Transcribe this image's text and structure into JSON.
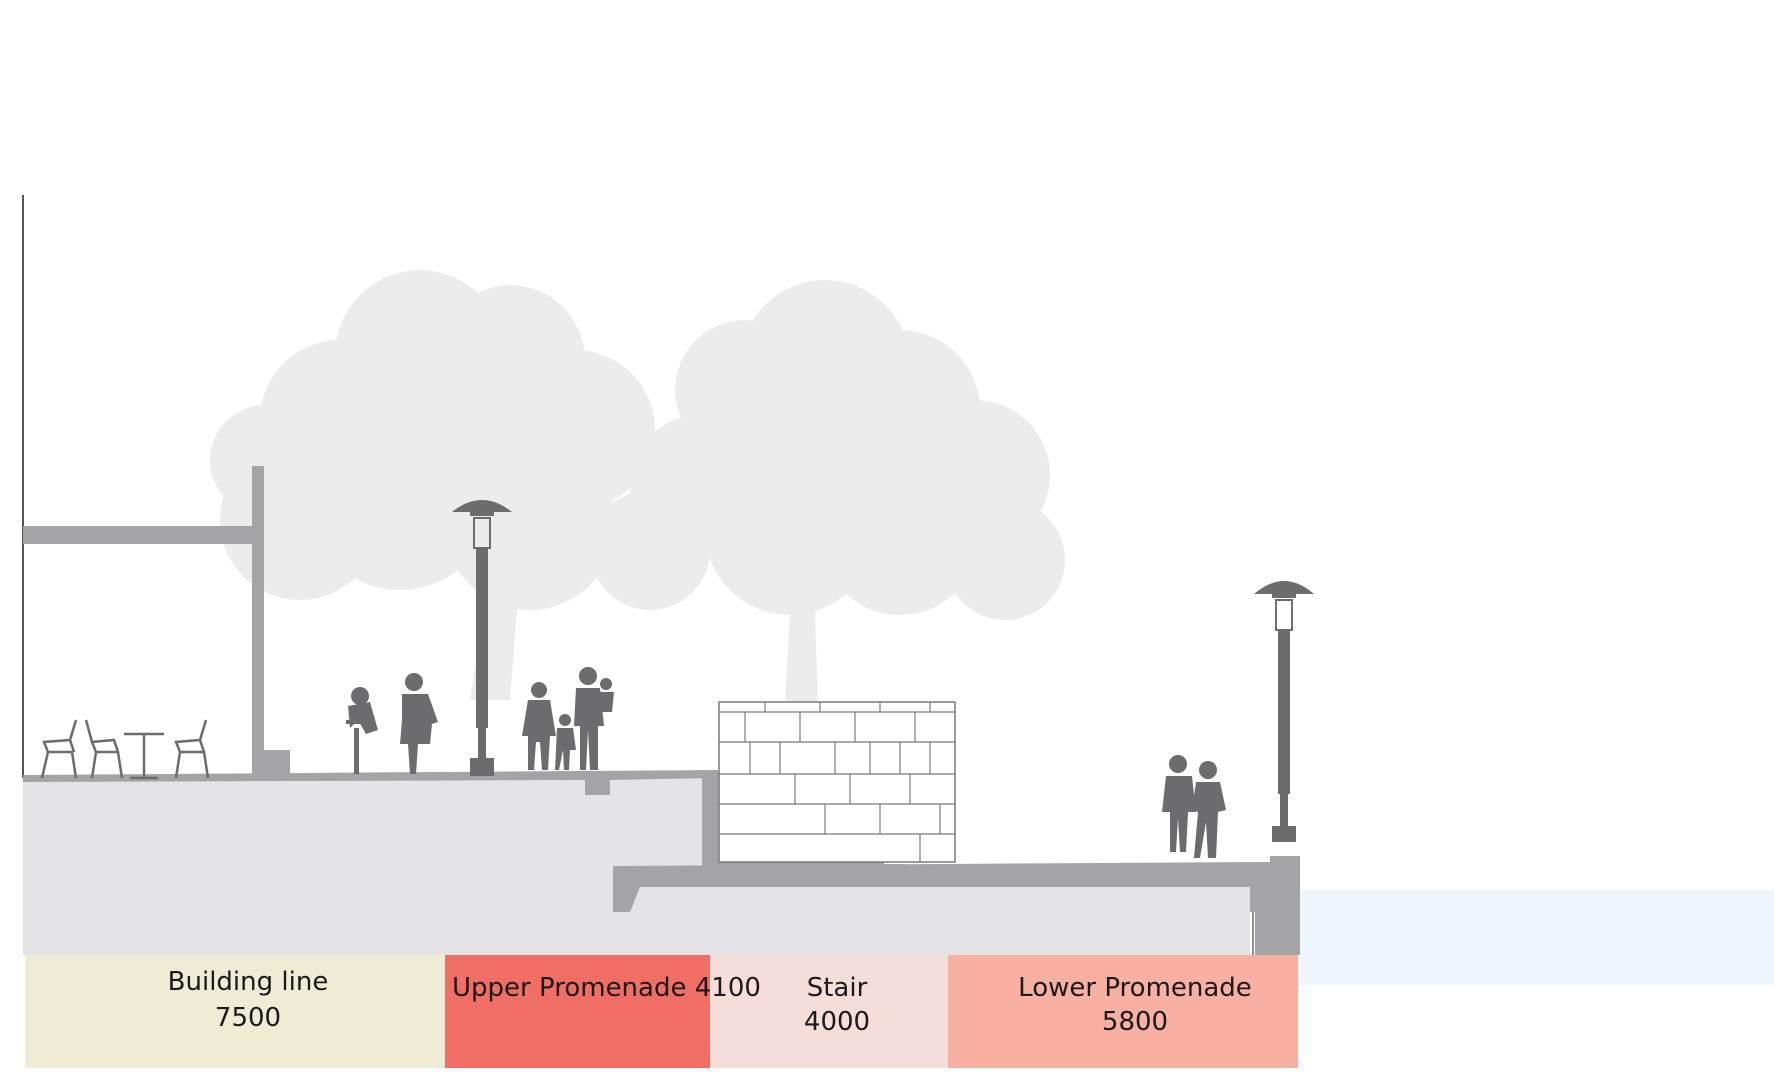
{
  "diagram": {
    "zones": [
      {
        "id": "building-line",
        "label": "Building line",
        "value": "7500",
        "color": "#efecd6"
      },
      {
        "id": "upper-promenade",
        "label": "Upper Promenade 4100",
        "value": "",
        "color": "#f06e63"
      },
      {
        "id": "stair",
        "label": "Stair",
        "value": "4000",
        "color": "#f5ddd9"
      },
      {
        "id": "lower-promenade",
        "label": "Lower Promenade",
        "value": "5800",
        "color": "#f8b0a2"
      }
    ],
    "colors": {
      "ground": "#e4e4e6",
      "structure": "#a4a4a6",
      "structure_dark": "#8e8e90",
      "tree": "#ececec",
      "people": "#6c6c6e",
      "water": "#eef6fc",
      "wall_fill": "#ffffff",
      "wall_line": "#7a7a7c"
    },
    "icons": [
      "tree-icon",
      "street-lamp-icon",
      "cafe-chair-icon",
      "cafe-table-icon",
      "cyclist-icon",
      "pedestrian-icon",
      "family-icon",
      "couple-icon"
    ]
  }
}
